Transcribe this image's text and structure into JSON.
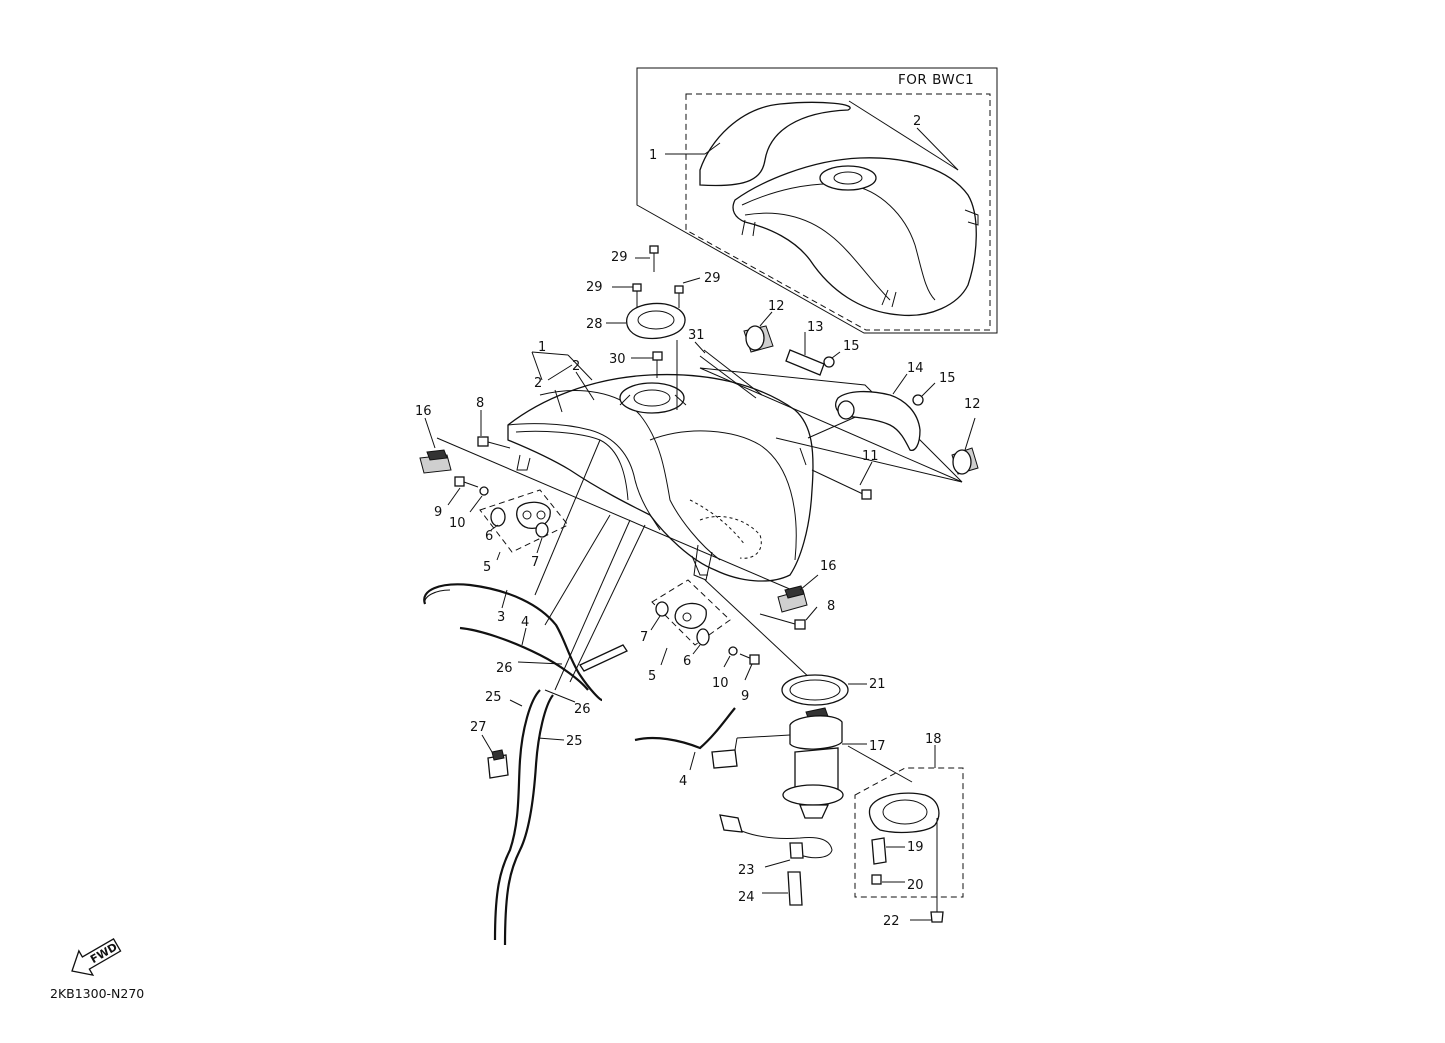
{
  "diagram_code": "2KB1300-N270",
  "fwd_label": "FWD",
  "inset": {
    "title": "FOR BWC1"
  },
  "callouts": {
    "c1a": "1",
    "c2a": "2",
    "c29a": "29",
    "c29b": "29",
    "c29c": "29",
    "c28": "28",
    "c30": "30",
    "c31": "31",
    "c12a": "12",
    "c13": "13",
    "c15a": "15",
    "c14": "14",
    "c15b": "15",
    "c12b": "12",
    "c1b": "1",
    "c2b": "2",
    "c2c": "2",
    "c16a": "16",
    "c8a": "8",
    "c11": "11",
    "c9a": "9",
    "c10a": "10",
    "c6a": "6",
    "c7a": "7",
    "c5a": "5",
    "c3": "3",
    "c4a": "4",
    "c26a": "26",
    "c26b": "26",
    "c25a": "25",
    "c25b": "25",
    "c27": "27",
    "c16b": "16",
    "c8b": "8",
    "c7b": "7",
    "c6b": "6",
    "c5b": "5",
    "c10b": "10",
    "c9b": "9",
    "c21": "21",
    "c17": "17",
    "c18": "18",
    "c4b": "4",
    "c19": "19",
    "c20": "20",
    "c23": "23",
    "c24": "24",
    "c22": "22"
  }
}
